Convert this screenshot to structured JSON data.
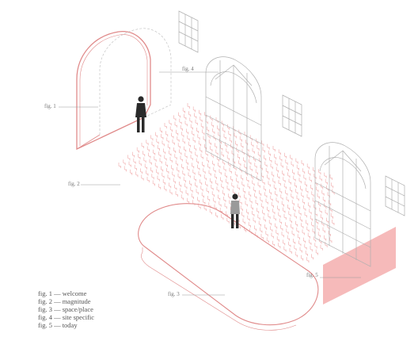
{
  "colors": {
    "accent_line": "#e08a8a",
    "accent_fill": "#f4a9a9",
    "chair": "#f2b3b3",
    "window_line": "#b0b0b0",
    "label_text": "#777777",
    "figure_dark": "#2a2a2a"
  },
  "labels": {
    "fig1": "fig. 1",
    "fig2": "fig. 2",
    "fig3": "fig. 3",
    "fig4": "fig. 4",
    "fig5": "fig. 5"
  },
  "legend": [
    "fig. 1 — welcome",
    "fig. 2 — magnitude",
    "fig. 3 — space/place",
    "fig. 4 — site specific",
    "fig. 5 — today"
  ]
}
